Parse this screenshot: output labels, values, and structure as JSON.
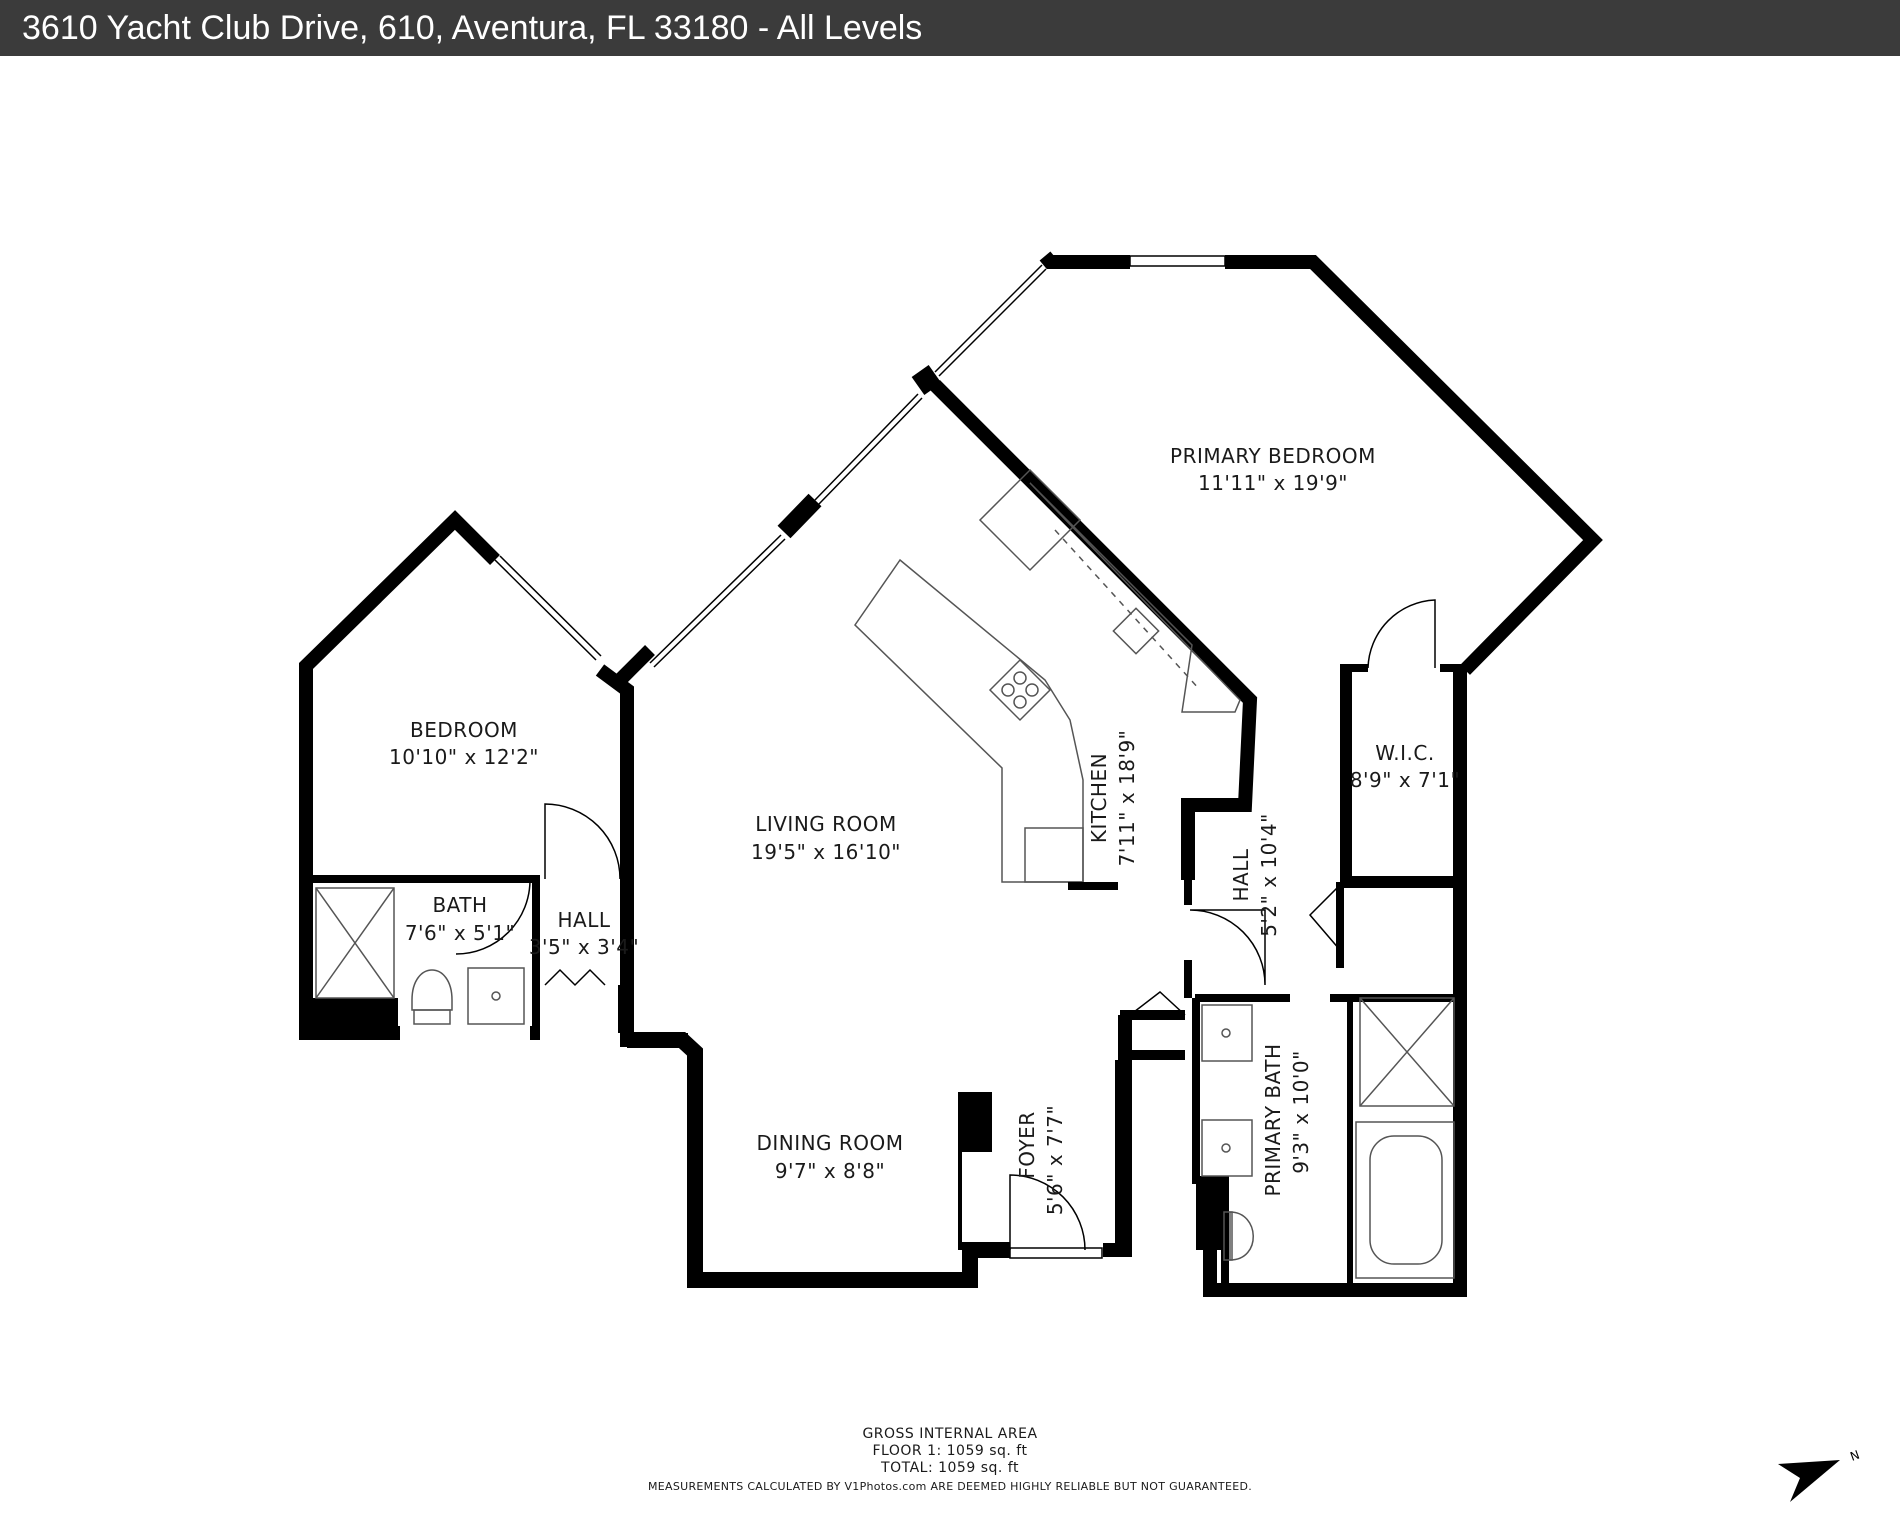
{
  "header": {
    "title": "3610 Yacht Club Drive, 610, Aventura, FL 33180 - All Levels"
  },
  "rooms": {
    "primary_bedroom": {
      "name": "PRIMARY BEDROOM",
      "dims": "11'11\" x 19'9\""
    },
    "bedroom": {
      "name": "BEDROOM",
      "dims": "10'10\" x 12'2\""
    },
    "living_room": {
      "name": "LIVING ROOM",
      "dims": "19'5\" x 16'10\""
    },
    "kitchen": {
      "name": "KITCHEN",
      "dims": "7'11\" x 18'9\""
    },
    "hall_east": {
      "name": "HALL",
      "dims": "5'2\" x 10'4\""
    },
    "wic": {
      "name": "W.I.C.",
      "dims": "8'9\" x 7'1\""
    },
    "bath": {
      "name": "BATH",
      "dims": "7'6\" x 5'1\""
    },
    "hall_west": {
      "name": "HALL",
      "dims": "3'5\" x 3'4\""
    },
    "dining_room": {
      "name": "DINING ROOM",
      "dims": "9'7\" x 8'8\""
    },
    "foyer": {
      "name": "FOYER",
      "dims": "5'6\" x 7'7\""
    },
    "primary_bath": {
      "name": "PRIMARY BATH",
      "dims": "9'3\" x 10'0\""
    }
  },
  "footer": {
    "line1": "GROSS INTERNAL AREA",
    "line2": "FLOOR 1: 1059 sq. ft",
    "line3": "TOTAL: 1059 sq. ft",
    "disclaimer": "MEASUREMENTS CALCULATED BY V1Photos.com ARE DEEMED HIGHLY RELIABLE BUT NOT GUARANTEED."
  },
  "compass": {
    "label": "N",
    "icon": "north-arrow-icon"
  },
  "colors": {
    "wall": "#000000",
    "title_bar": "#3b3b3b",
    "fixture": "#555555"
  }
}
